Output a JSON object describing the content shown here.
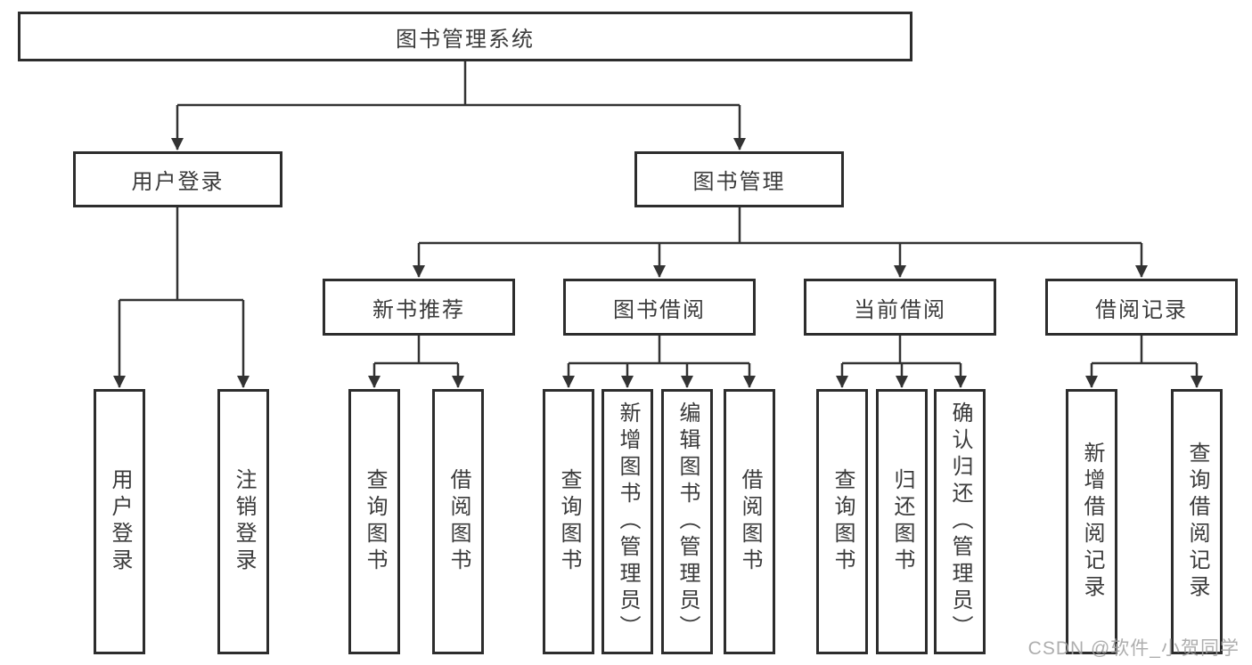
{
  "tree": {
    "root": {
      "label": "图书管理系统"
    },
    "branches": [
      {
        "label": "用户登录",
        "children": [
          {
            "label": "用户登录"
          },
          {
            "label": "注销登录"
          }
        ]
      },
      {
        "label": "图书管理",
        "children": [
          {
            "label": "新书推荐",
            "children": [
              {
                "label": "查询图书"
              },
              {
                "label": "借阅图书"
              }
            ]
          },
          {
            "label": "图书借阅",
            "children": [
              {
                "label": "查询图书"
              },
              {
                "label": "新增图书（管理员）"
              },
              {
                "label": "编辑图书（管理员）"
              },
              {
                "label": "借阅图书"
              }
            ]
          },
          {
            "label": "当前借阅",
            "children": [
              {
                "label": "查询图书"
              },
              {
                "label": "归还图书"
              },
              {
                "label": "确认归还（管理员）"
              }
            ]
          },
          {
            "label": "借阅记录",
            "children": [
              {
                "label": "新增借阅记录"
              },
              {
                "label": "查询借阅记录"
              }
            ]
          }
        ]
      }
    ]
  },
  "watermark": {
    "text": "CSDN @软件_小贺同学"
  },
  "colors": {
    "line": "#333333",
    "box_border": "#2d2d2d",
    "text": "#3b3b3b",
    "watermark": "#a3a3a3",
    "background": "#ffffff"
  }
}
